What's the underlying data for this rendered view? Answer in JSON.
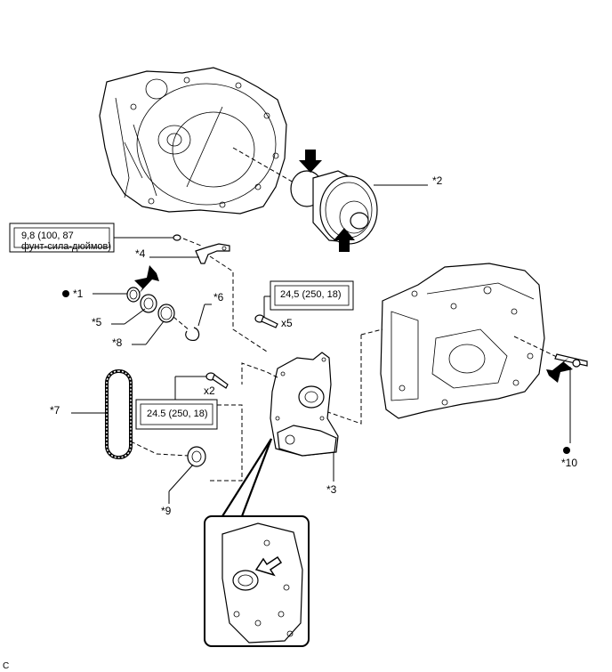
{
  "callouts": {
    "c1": "*1",
    "c2": "*2",
    "c3": "*3",
    "c4": "*4",
    "c5": "*5",
    "c6": "*6",
    "c7": "*7",
    "c8": "*8",
    "c9": "*9",
    "c10": "*10"
  },
  "torque": {
    "t1_line1": "9,8 (100, 87",
    "t1_line2": "фунт-сила-дюймов)",
    "t2": "24,5 (250, 18)",
    "t3": "24.5 (250, 18)"
  },
  "quantities": {
    "q1": "x5",
    "q2": "x2"
  },
  "corner_letter": "C",
  "icons": {
    "arrow": "arrow-icon",
    "dot": "bullet-dot-icon"
  }
}
